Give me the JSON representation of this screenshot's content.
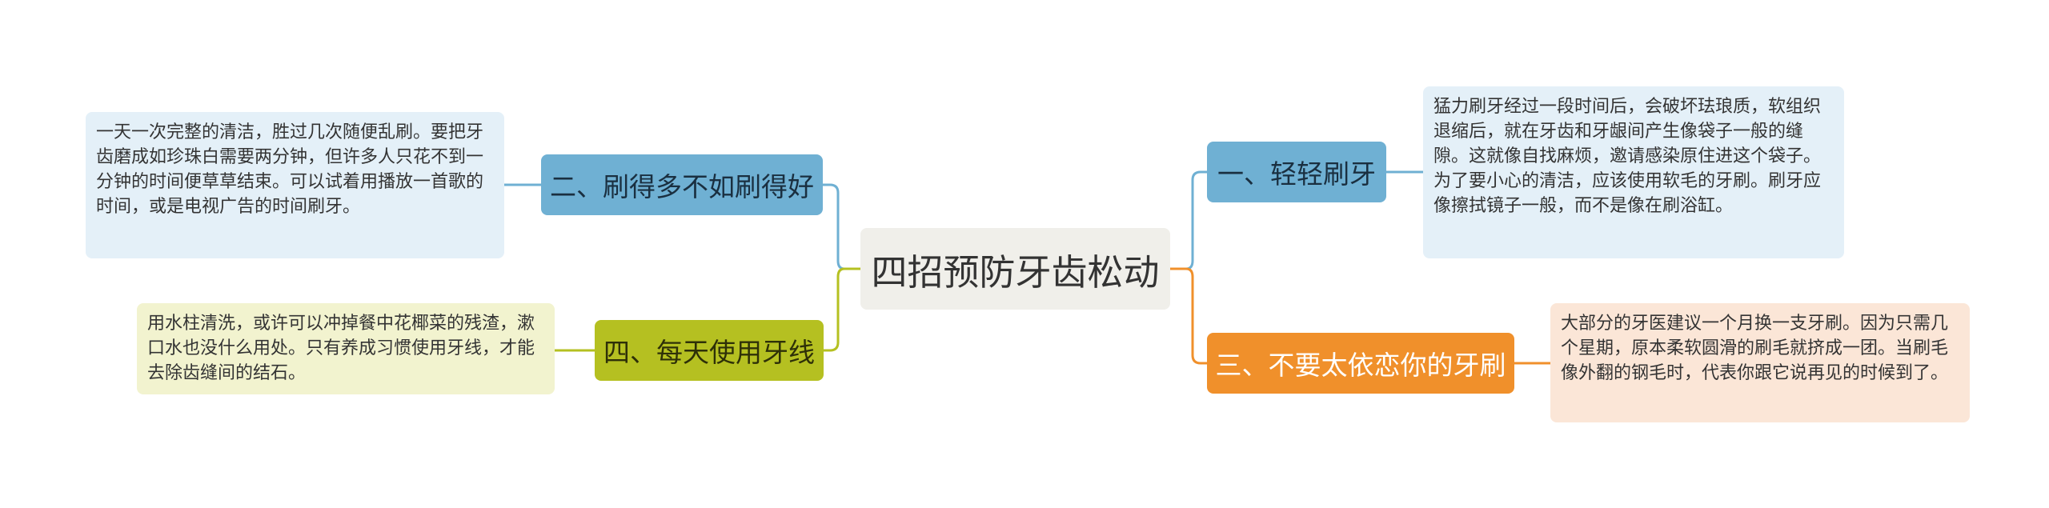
{
  "center": {
    "label": "四招预防牙齿松动"
  },
  "colors": {
    "blue": "#6fb0d3",
    "orange": "#f0902b",
    "olive": "#b5c021",
    "center_bg": "#f0efea"
  },
  "branches": [
    {
      "label": "一、轻轻刷牙",
      "note": "猛力刷牙经过一段时间后，会破坏珐琅质，软组织退缩后，就在牙齿和牙龈间产生像袋子一般的缝隙。这就像自找麻烦，邀请感染原住进这个袋子。为了要小心的清洁，应该使用软毛的牙刷。刷牙应像擦拭镜子一般，而不是像在刷浴缸。"
    },
    {
      "label": "二、刷得多不如刷得好",
      "note": "一天一次完整的清洁，胜过几次随便乱刷。要把牙齿磨成如珍珠白需要两分钟，但许多人只花不到一分钟的时间便草草结束。可以试着用播放一首歌的时间，或是电视广告的时间刷牙。"
    },
    {
      "label": "三、不要太依恋你的牙刷",
      "note": "大部分的牙医建议一个月换一支牙刷。因为只需几个星期，原本柔软圆滑的刷毛就挤成一团。当刷毛像外翻的钢毛时，代表你跟它说再见的时候到了。"
    },
    {
      "label": "四、每天使用牙线",
      "note": "用水柱清洗，或许可以冲掉餐中花椰菜的残渣，漱口水也没什么用处。只有养成习惯使用牙线，才能去除齿缝间的结石。"
    }
  ]
}
